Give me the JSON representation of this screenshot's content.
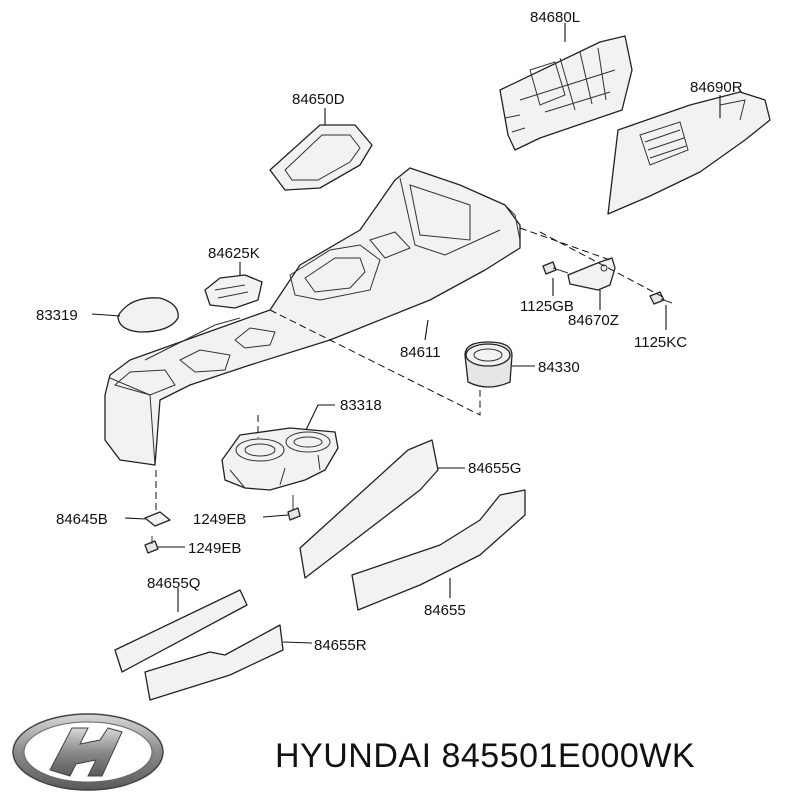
{
  "brand": {
    "manufacturer": "HYUNDAI",
    "part_number": "845501E000WK",
    "caption": "HYUNDAI 845501E000WK"
  },
  "callouts": {
    "p84680L": "84680L",
    "p84690R": "84690R",
    "p84650D": "84650D",
    "p84625K": "84625K",
    "p83319": "83319",
    "p1125GB": "1125GB",
    "p84670Z": "84670Z",
    "p1125KC": "1125KC",
    "p84611": "84611",
    "p84330": "84330",
    "p83318": "83318",
    "p84655G": "84655G",
    "p84645B": "84645B",
    "p1249EB_a": "1249EB",
    "p1249EB_b": "1249EB",
    "p84655Q": "84655Q",
    "p84655": "84655",
    "p84655R": "84655R"
  },
  "colors": {
    "line": "#222222",
    "fill": "#f2f2f2",
    "background": "#ffffff"
  },
  "icons": {
    "logo": "hyundai-logo-icon"
  }
}
